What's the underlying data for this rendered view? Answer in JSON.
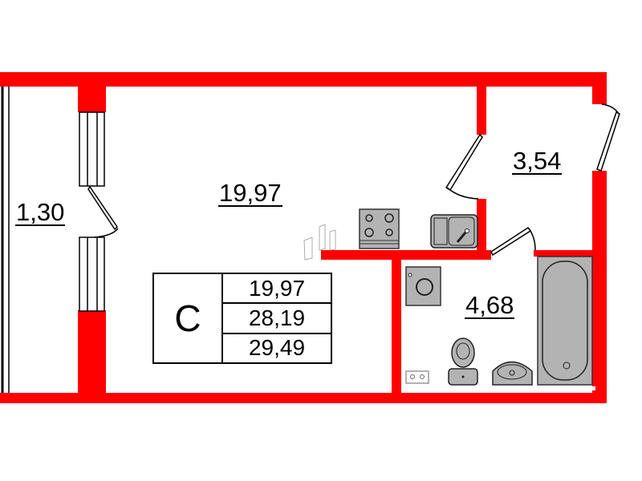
{
  "plan": {
    "type": "apartment-floor-plan",
    "wall_color": "#ff0000",
    "fixture_fill": "#b3b3b3",
    "rooms": [
      {
        "id": "main-room",
        "area": "19,97"
      },
      {
        "id": "balcony",
        "area": "1,30"
      },
      {
        "id": "hallway",
        "area": "3,54"
      },
      {
        "id": "bathroom",
        "area": "4,68"
      }
    ],
    "legend": {
      "class_label": "C",
      "values": [
        "19,97",
        "28,19",
        "29,49"
      ]
    },
    "fixtures": [
      "stove",
      "sink",
      "washing-machine",
      "toilet",
      "washbasin",
      "bathtub",
      "socket"
    ]
  }
}
